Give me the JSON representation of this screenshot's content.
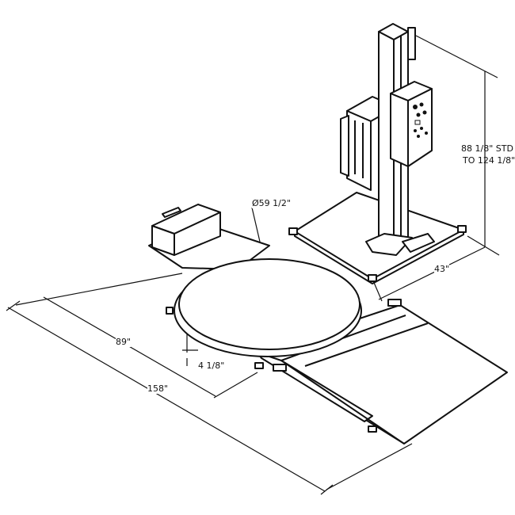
{
  "labels": {
    "turntable_diameter": "Ø59 1/2\"",
    "height_std": "88 1/8\" STD",
    "height_max": "TO 124 1/8\"",
    "base_width": "43\"",
    "depth": "89\"",
    "turntable_height": "4 1/8\"",
    "overall_length": "158\""
  }
}
